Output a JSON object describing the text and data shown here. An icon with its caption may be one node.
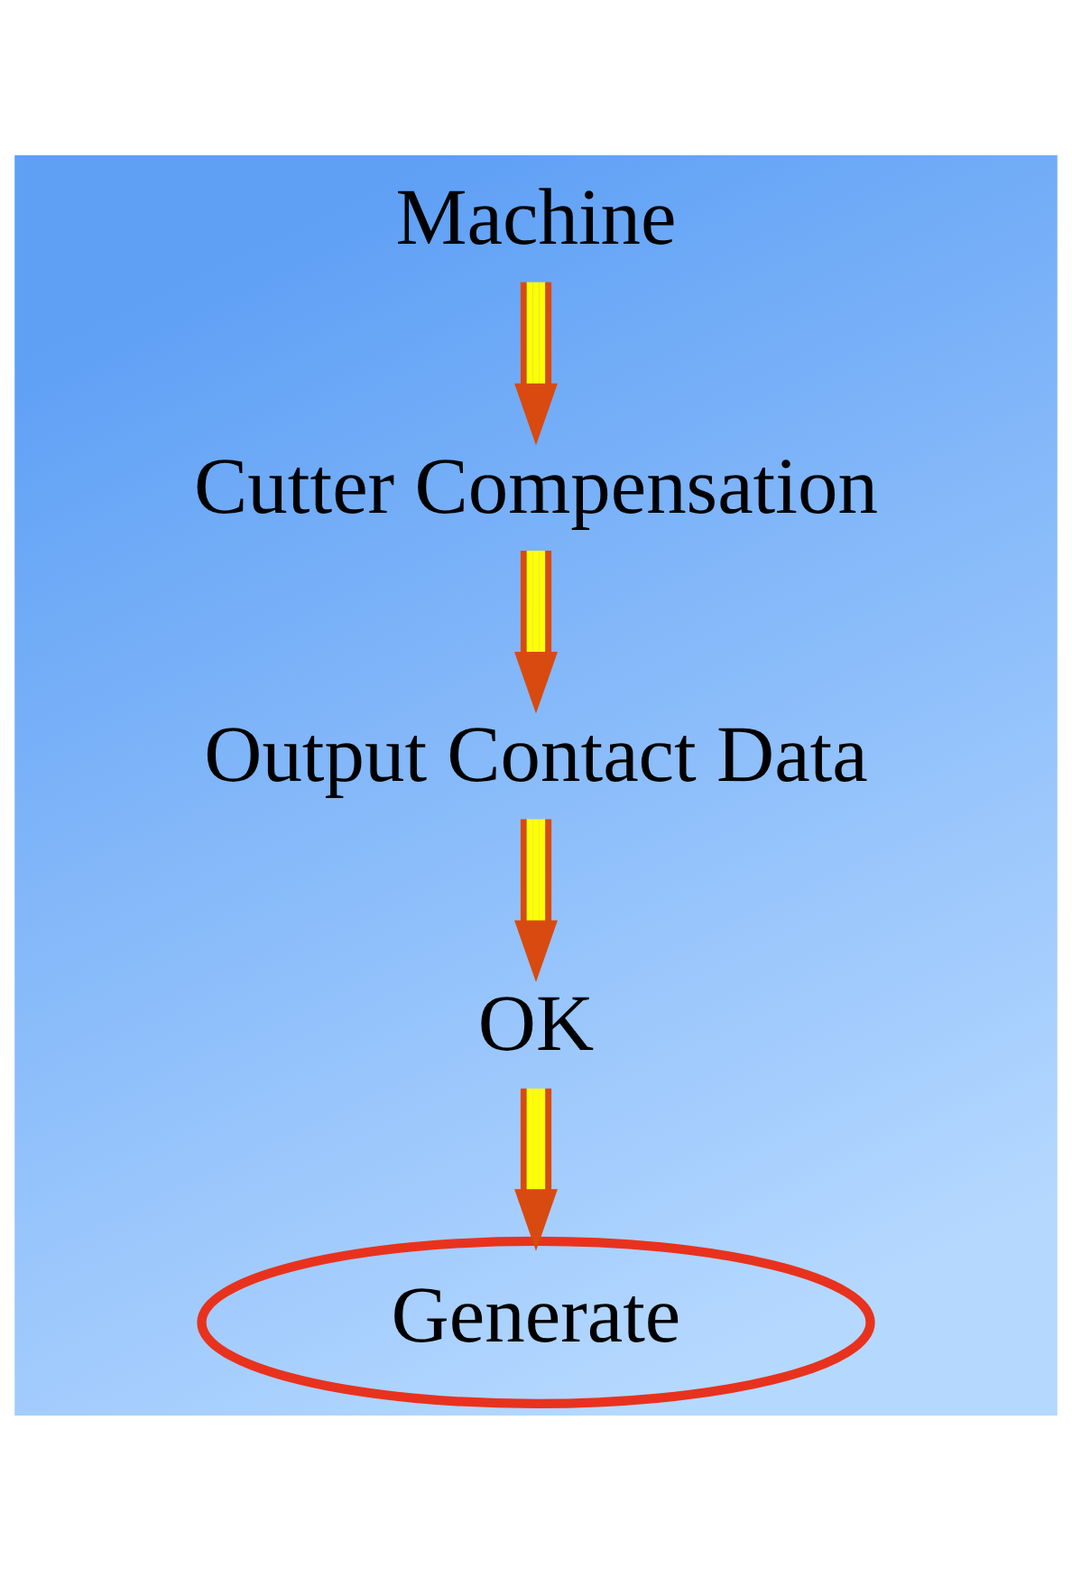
{
  "diagram": {
    "nodes": [
      {
        "text": [
          "Machine"
        ]
      },
      {
        "text": [
          "Cutter Compensation"
        ]
      },
      {
        "text": [
          "Output Contact Data"
        ]
      },
      {
        "text": [
          "OK"
        ]
      },
      {
        "text": [
          "Generate"
        ]
      }
    ],
    "edges": [
      {
        "from": 0,
        "to": 1,
        "arrow": "to"
      },
      {
        "from": 1,
        "to": 2,
        "arrow": "to"
      },
      {
        "from": 2,
        "to": 3,
        "arrow": "to"
      },
      {
        "from": 3,
        "to": 4,
        "arrow": "to"
      }
    ]
  }
}
